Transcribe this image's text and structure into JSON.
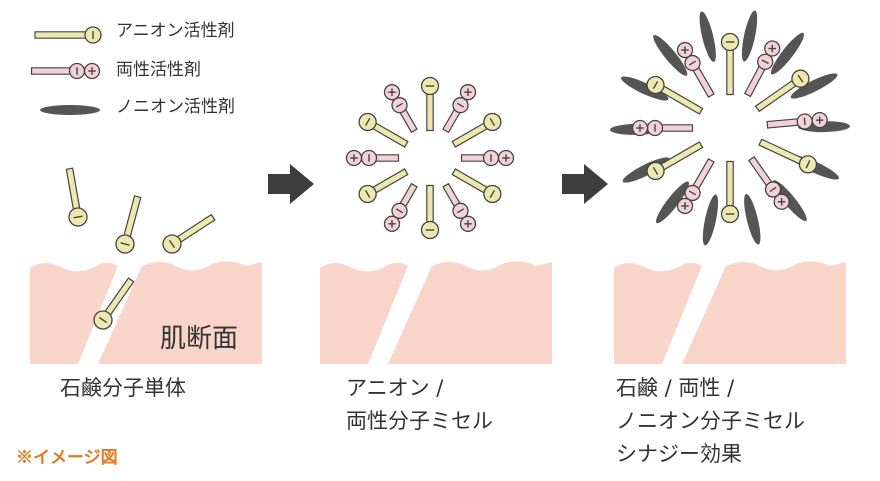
{
  "legend": {
    "anionic": "アニオン活性剤",
    "amphoteric": "両性活性剤",
    "nonionic": "ノニオン活性剤"
  },
  "skin_label": "肌断面",
  "captions": {
    "panel1": [
      "石鹸分子単体"
    ],
    "panel2": [
      "アニオン /",
      "両性分子ミセル"
    ],
    "panel3": [
      "石鹸 / 両性 /",
      "ノニオン分子ミセル",
      "シナジー効果"
    ]
  },
  "note": "※イメージ図",
  "colors": {
    "skin": "#f8d5c8",
    "anionic_fill": "#ede8b0",
    "amphoteric_fill": "#f3d1d9",
    "nonionic_fill": "#555555",
    "stroke": "#444444",
    "arrow": "#3d3d3d",
    "note": "#e07b22"
  },
  "symbols": {
    "minus": "−",
    "plus": "+"
  }
}
